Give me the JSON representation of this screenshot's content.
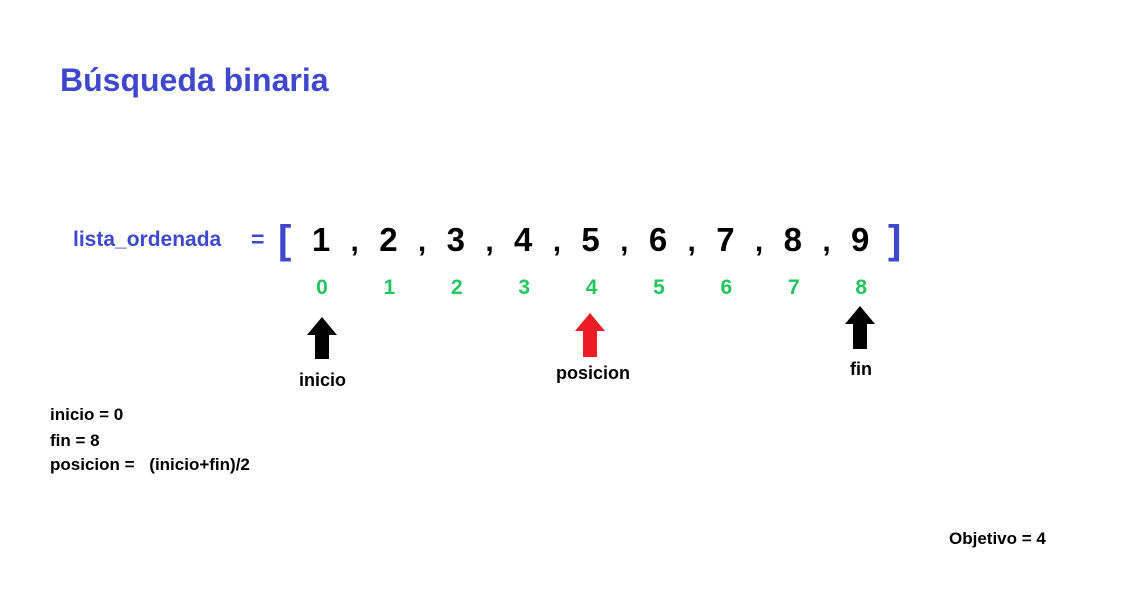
{
  "title": "Búsqueda binaria",
  "list_name": "lista_ordenada",
  "equals": "=",
  "open_bracket": "[",
  "close_bracket": "]",
  "comma": ",",
  "values": [
    "1",
    "2",
    "3",
    "4",
    "5",
    "6",
    "7",
    "8",
    "9"
  ],
  "indices": [
    "0",
    "1",
    "2",
    "3",
    "4",
    "5",
    "6",
    "7",
    "8"
  ],
  "pointers": {
    "inicio": {
      "label": "inicio",
      "index": 0,
      "color": "#000000"
    },
    "posicion": {
      "label": "posicion",
      "index": 4,
      "color": "#ed1c24"
    },
    "fin": {
      "label": "fin",
      "index": 8,
      "color": "#000000"
    }
  },
  "info": {
    "inicio_line": "inicio = 0",
    "fin_line": "fin = 8",
    "posicion_label": "posicion =",
    "posicion_formula": "(inicio+fin)/2"
  },
  "objective": "Objetivo = 4",
  "colors": {
    "title": "#3f48cc",
    "index": "#22c55e",
    "arrow_active": "#ed1c24",
    "arrow_default": "#000000"
  }
}
